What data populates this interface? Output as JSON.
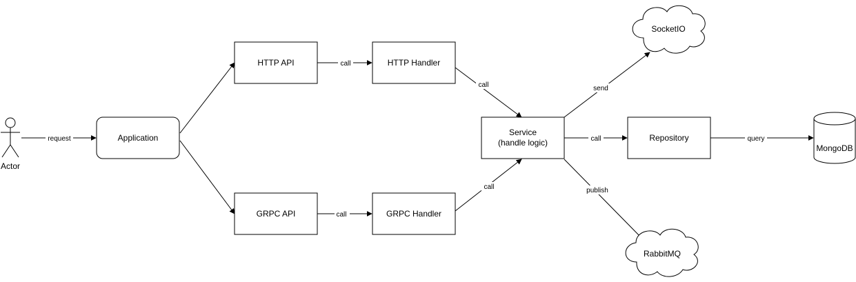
{
  "diagram": {
    "nodes": {
      "actor": {
        "label": "Actor"
      },
      "application": {
        "label": "Application"
      },
      "http_api": {
        "label": "HTTP API"
      },
      "grpc_api": {
        "label": "GRPC API"
      },
      "http_handler": {
        "label": "HTTP Handler"
      },
      "grpc_handler": {
        "label": "GRPC Handler"
      },
      "service": {
        "line1": "Service",
        "line2": "(handle logic)"
      },
      "repository": {
        "label": "Repository"
      },
      "mongodb": {
        "label": "MongoDB"
      },
      "socketio": {
        "label": "SocketIO"
      },
      "rabbitmq": {
        "label": "RabbitMQ"
      }
    },
    "edges": {
      "actor_to_application": "request",
      "httpapi_to_httphandler": "call",
      "grpcapi_to_grpchandler": "call",
      "httphandler_to_service": "call",
      "grpchandler_to_service": "call",
      "service_to_socketio": "send",
      "service_to_repository": "call",
      "service_to_rabbitmq": "publish",
      "repository_to_mongodb": "query"
    }
  }
}
